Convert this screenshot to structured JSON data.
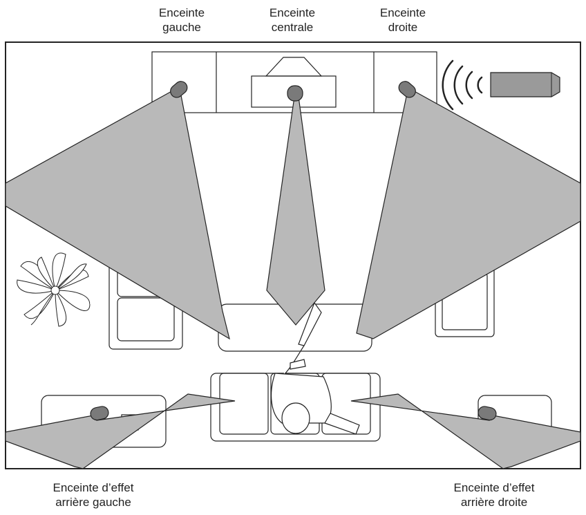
{
  "labels": {
    "front_left": {
      "line1": "Enceinte",
      "line2": "gauche"
    },
    "center": {
      "line1": "Enceinte",
      "line2": "centrale"
    },
    "front_right": {
      "line1": "Enceinte",
      "line2": "droite"
    },
    "rear_left": {
      "line1": "Enceinte d’effet",
      "line2": "arrière gauche"
    },
    "rear_right": {
      "line1": "Enceinte d’effet",
      "line2": "arrière droite"
    }
  },
  "colors": {
    "beam": "#b9b9b9",
    "speaker": "#7a7a7a",
    "soundbar": "#9a9a9a",
    "line": "#222222",
    "background": "#ffffff"
  },
  "icons": {
    "wireless": "wireless-waves-icon",
    "speaker": "speaker-icon",
    "plant": "plant-icon",
    "listener": "person-icon"
  }
}
